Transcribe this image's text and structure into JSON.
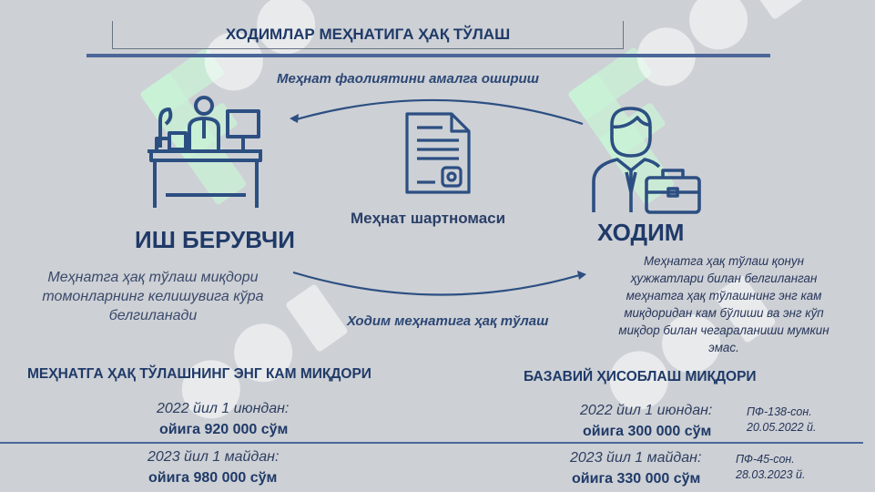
{
  "title": "ХОДИМЛАР МЕҲНАТИГА ҲАҚ ТЎЛАШ",
  "flow_top": "Меҳнат фаолиятини амалга ошириш",
  "flow_bottom": "Ходим меҳнатига ҳақ тўлаш",
  "contract": "Меҳнат шартномаси",
  "employer": {
    "label": "ИШ БЕРУВЧИ",
    "desc": [
      "Меҳнатга ҳақ тўлаш миқдори",
      "томонларнинг келишувига кўра",
      "белгиланади"
    ]
  },
  "employee": {
    "label": "ХОДИМ",
    "desc": [
      "Меҳнатга ҳақ тўлаш қонун",
      "ҳужжатлари билан белгиланган",
      "меҳнатга ҳақ тўлашнинг энг кам",
      "миқдоридан кам бўлиши ва энг кўп",
      "миқдор билан чегараланиши мумкин",
      "эмас."
    ]
  },
  "min_wage": {
    "heading": "МЕҲНАТГА ҲАҚ ТЎЛАШНИНГ ЭНГ КАМ МИҚДОРИ",
    "entries": [
      {
        "date": "2022 йил 1 июндан:",
        "amount": "ойига 920 000 сўм"
      },
      {
        "date": "2023 йил 1 майдан:",
        "amount": "ойига 980 000 сўм"
      }
    ]
  },
  "base_calc": {
    "heading": "БАЗАВИЙ ҲИСОБЛАШ МИҚДОРИ",
    "entries": [
      {
        "date": "2022 йил 1 июндан:",
        "amount": "ойига 300 000 сўм",
        "ref": [
          "ПФ-138-сон.",
          "20.05.2022 й."
        ]
      },
      {
        "date": "2023 йил 1 майдан:",
        "amount": "ойига 330 000 сўм",
        "ref": [
          "ПФ-45-сон.",
          "28.03.2023 й."
        ]
      }
    ]
  },
  "colors": {
    "background": "#cdd0d5",
    "primary": "#1f3a68",
    "icon": "#2c4f82",
    "accent_line": "#4b679a"
  },
  "icons": [
    "employer-desk-icon",
    "contract-document-icon",
    "employee-briefcase-icon",
    "watermark-logo"
  ]
}
